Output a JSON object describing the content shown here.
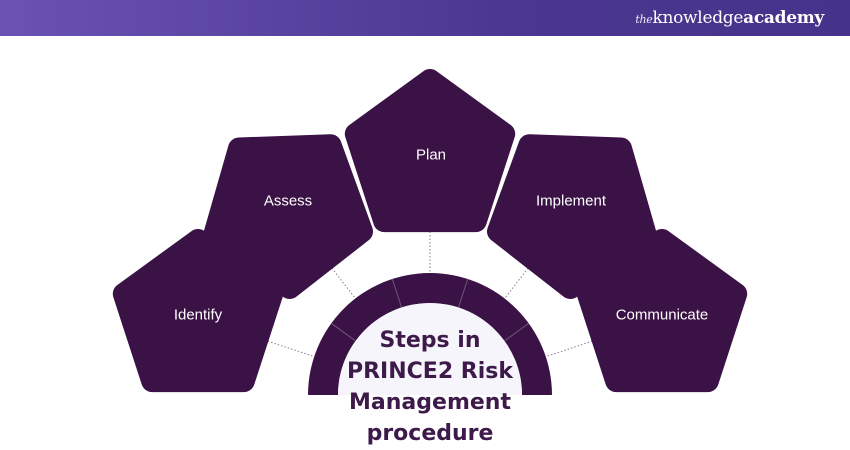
{
  "header": {
    "logo_the": "the",
    "logo_knowledge": "knowledge",
    "logo_academy": "academy"
  },
  "center_title": [
    "Steps in",
    "PRINCE2 Risk",
    "Management",
    "procedure"
  ],
  "steps": [
    {
      "label": "Identify"
    },
    {
      "label": "Assess"
    },
    {
      "label": "Plan"
    },
    {
      "label": "Implement"
    },
    {
      "label": "Communicate"
    }
  ],
  "colors": {
    "shape": "#3b1245",
    "header": "#4b3791",
    "inner": "#f5f5fb"
  }
}
